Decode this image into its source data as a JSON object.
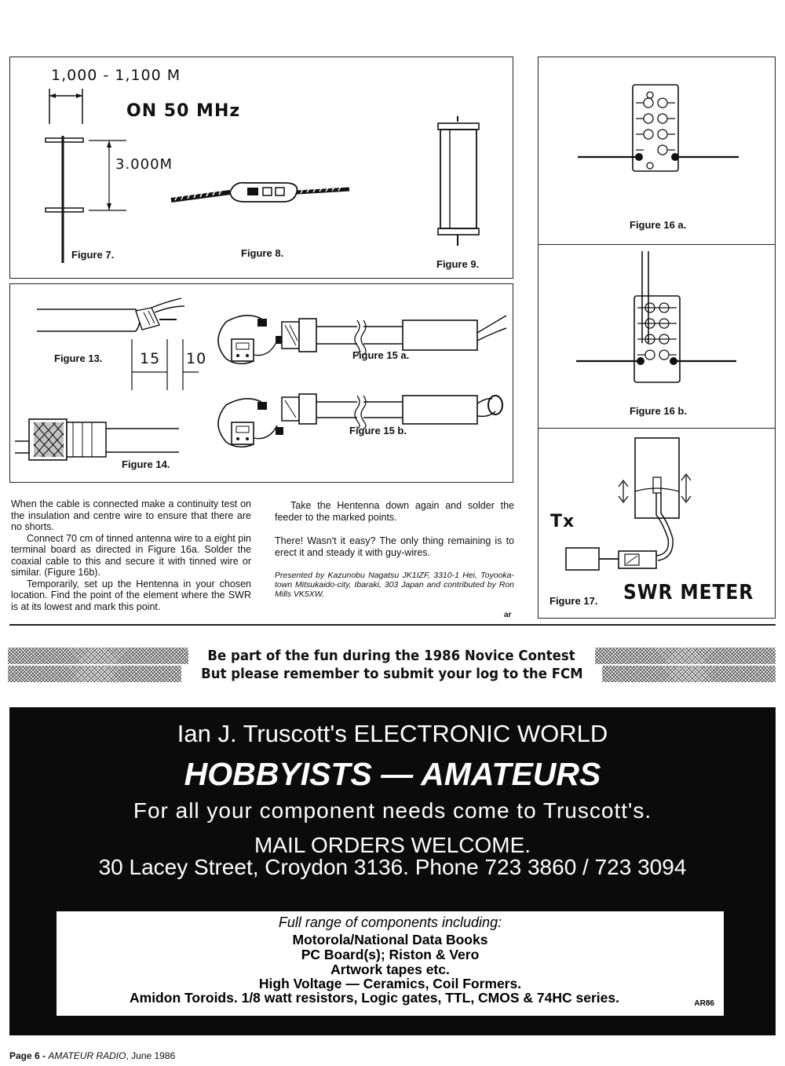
{
  "figures": {
    "fig7": {
      "caption": "Figure 7.",
      "dim_top": "1,000 - 1,100 M",
      "dim_side": "3.000M"
    },
    "band_note": "ON 50 MHz",
    "fig8": {
      "caption": "Figure 8."
    },
    "fig9": {
      "caption": "Figure 9."
    },
    "fig13": {
      "caption": "Figure 13.",
      "dim_a": "15",
      "dim_b": "10"
    },
    "fig14": {
      "caption": "Figure 14."
    },
    "fig15a": {
      "caption": "Figure 15 a."
    },
    "fig15b": {
      "caption": "Figure 15 b."
    },
    "fig16a": {
      "caption": "Figure 16 a."
    },
    "fig16b": {
      "caption": "Figure 16 b."
    },
    "fig17": {
      "caption": "Figure 17.",
      "tx_label": "Tx",
      "meter_label": "SWR METER"
    }
  },
  "article": {
    "col1_p1": "When the cable is connected make a continuity test on the insulation and centre wire to ensure that there are no shorts.",
    "col1_p2": "Connect 70 cm of tinned antenna wire to a eight pin terminal board as directed in Figure 16a. Solder the coaxial cable to this and secure it with tinned wire or similar. (Figure 16b).",
    "col1_p3": "Temporarily, set up the Hentenna in your chosen location. Find the point of the element where the SWR is at its lowest and mark this point.",
    "col2_p1": "Take the Hentenna down again and solder the feeder to the marked points.",
    "col2_p2": "There! Wasn't it easy? The only thing remaining is to erect it and steady it with guy-wires.",
    "credit": "Presented by Kazunobu Nagatsu JK1IZF, 3310-1 Hei, Toyooka-town Mitsukaido-city, Ibaraki, 303 Japan and contributed by Ron Mills VK5XW.",
    "end_mark": "ar"
  },
  "banner": {
    "line1": "Be part of the fun during the 1986 Novice Contest",
    "line2": "But please remember to submit your log to the FCM"
  },
  "ad": {
    "line1": "Ian J. Truscott's ELECTRONIC WORLD",
    "line2": "HOBBYISTS — AMATEURS",
    "line3": "For all your component needs come to Truscott's.",
    "line4": "MAIL ORDERS WELCOME.",
    "line5": "30 Lacey Street, Croydon 3136. Phone 723 3860 / 723 3094",
    "inner_title": "Full range of components including:",
    "inner_lines": [
      "Motorola/National Data Books",
      "PC Board(s); Riston & Vero",
      "Artwork tapes etc.",
      "High Voltage — Ceramics, Coil Formers.",
      "Amidon Toroids. 1/8 watt resistors, Logic gates, TTL, CMOS & 74HC series."
    ],
    "code": "AR86"
  },
  "footer": {
    "page": "Page 6 - ",
    "magazine": "AMATEUR RADIO",
    "date": ", June 1986"
  }
}
